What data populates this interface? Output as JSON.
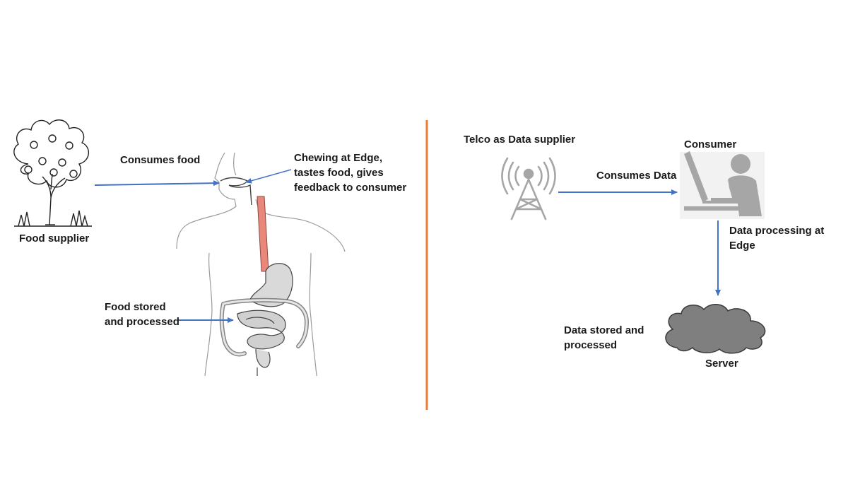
{
  "colors": {
    "arrow": "#4472c4",
    "divider": "#ed7d31",
    "esophagus": "#e8877a",
    "icon_gray": "#a6a6a6",
    "cloud": "#7f7f7f",
    "outline": "#555555"
  },
  "left_panel": {
    "food_supplier_label": "Food supplier",
    "consumes_food_label": "Consumes food",
    "chewing_label": {
      "line1": "Chewing at Edge,",
      "line2": "tastes food, gives",
      "line3": "feedback to consumer"
    },
    "food_stored_label": {
      "line1": "Food stored",
      "line2": "and processed"
    },
    "icons": [
      "apple-tree-icon",
      "human-digestive-system-icon"
    ]
  },
  "right_panel": {
    "telco_label": "Telco as Data supplier",
    "consumes_data_label": "Consumes Data",
    "consumer_label": "Consumer",
    "data_processing_label": {
      "line1": "Data processing  at",
      "line2": "Edge"
    },
    "data_stored_label": {
      "line1": "Data stored and",
      "line2": "processed"
    },
    "server_label": "Server",
    "icons": [
      "cell-tower-icon",
      "computer-user-icon",
      "cloud-server-icon"
    ]
  }
}
